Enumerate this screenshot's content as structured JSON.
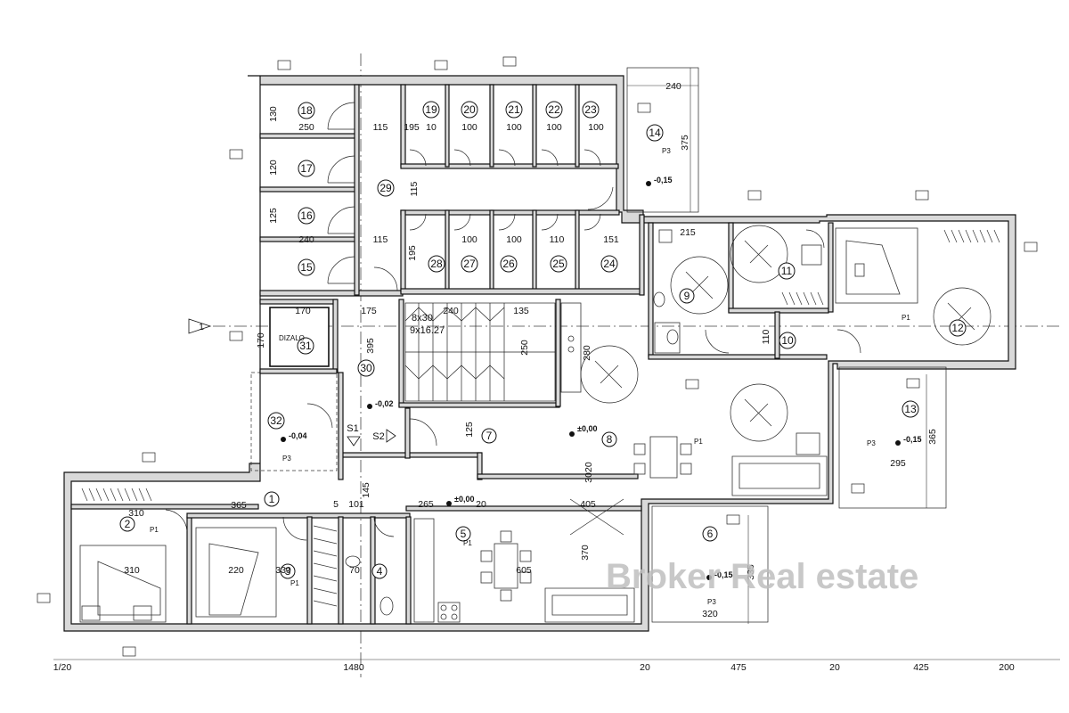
{
  "rooms": [
    {
      "id": "r1",
      "label": "1"
    },
    {
      "id": "r2",
      "label": "2"
    },
    {
      "id": "r3",
      "label": "3"
    },
    {
      "id": "r4",
      "label": "4"
    },
    {
      "id": "r5",
      "label": "5"
    },
    {
      "id": "r6",
      "label": "6"
    },
    {
      "id": "r7",
      "label": "7"
    },
    {
      "id": "r8",
      "label": "8"
    },
    {
      "id": "r9",
      "label": "9"
    },
    {
      "id": "r10",
      "label": "10"
    },
    {
      "id": "r11",
      "label": "11"
    },
    {
      "id": "r12",
      "label": "12"
    },
    {
      "id": "r13",
      "label": "13"
    },
    {
      "id": "r14",
      "label": "14"
    },
    {
      "id": "r15",
      "label": "15"
    },
    {
      "id": "r16",
      "label": "16"
    },
    {
      "id": "r17",
      "label": "17"
    },
    {
      "id": "r18",
      "label": "18"
    },
    {
      "id": "r19",
      "label": "19"
    },
    {
      "id": "r20",
      "label": "20"
    },
    {
      "id": "r21",
      "label": "21"
    },
    {
      "id": "r22",
      "label": "22"
    },
    {
      "id": "r23",
      "label": "23"
    },
    {
      "id": "r24",
      "label": "24"
    },
    {
      "id": "r25",
      "label": "25"
    },
    {
      "id": "r26",
      "label": "26"
    },
    {
      "id": "r27",
      "label": "27"
    },
    {
      "id": "r28",
      "label": "28"
    },
    {
      "id": "r29",
      "label": "29"
    },
    {
      "id": "r30",
      "label": "30"
    },
    {
      "id": "r31",
      "label": "31"
    },
    {
      "id": "r32",
      "label": "32"
    }
  ],
  "dimensions": {
    "d240_top": "240",
    "d375": "375",
    "d130": "130",
    "d250": "250",
    "d115a": "115",
    "d195a": "195",
    "d10a": "10",
    "d100a": "100",
    "d100b": "100",
    "d100c": "100",
    "d100d": "100",
    "d120": "120",
    "d115b": "115",
    "d125": "125",
    "d240b": "240",
    "d115c": "115",
    "d195b": "195",
    "d100e": "100",
    "d100f": "100",
    "d110": "110",
    "d151": "151",
    "d215": "215",
    "d170a": "170",
    "d175": "175",
    "d240c": "240",
    "d135": "135",
    "d170b": "170",
    "d395": "395",
    "d250b": "250",
    "d280": "280",
    "d110b": "110",
    "d125b": "125",
    "d365": "365",
    "d295": "295",
    "d310a": "310",
    "d365b": "365",
    "d265": "265",
    "d405": "405",
    "d20a": "20",
    "d310b": "310",
    "d220": "220",
    "d330": "330",
    "d70": "70",
    "d605": "605",
    "d370": "370",
    "d320": "320",
    "d335": "335",
    "d145": "145",
    "d101": "101",
    "d5": "5",
    "d3020": "3020",
    "b120": "1/20",
    "b1480": "1480",
    "b20a": "20",
    "b475": "475",
    "b20b": "20",
    "b425": "425",
    "b200": "200"
  },
  "stair_labels": {
    "line1": "8x30",
    "line2": "9x16.27"
  },
  "levels": {
    "l1": "-0,15",
    "l2": "-0,02",
    "l3": "-0,04",
    "l4": "±0,00",
    "l5": "±0,00",
    "l6": "-0,15",
    "l7": "-0,15"
  },
  "marks": {
    "s1": "S1",
    "s2": "S2",
    "axis1a": "1",
    "dizalo": "DIZALO",
    "p1": "P1",
    "p3": "P3"
  },
  "watermark": "Broker Real estate"
}
